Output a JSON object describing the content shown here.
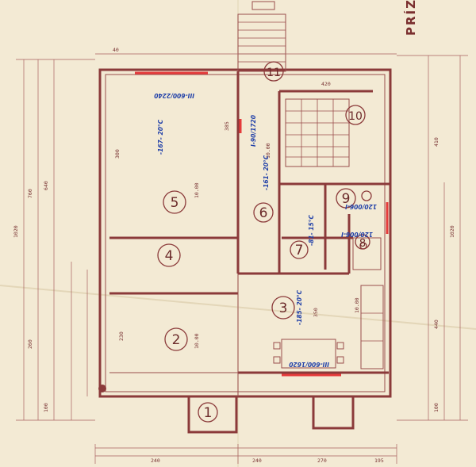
{
  "title": "PRÍZE",
  "rooms": [
    {
      "id": "room-1",
      "number": "1"
    },
    {
      "id": "room-2",
      "number": "2"
    },
    {
      "id": "room-3",
      "number": "3"
    },
    {
      "id": "room-4",
      "number": "4"
    },
    {
      "id": "room-5",
      "number": "5"
    },
    {
      "id": "room-6",
      "number": "6"
    },
    {
      "id": "room-7",
      "number": "7"
    },
    {
      "id": "room-8",
      "number": "8"
    },
    {
      "id": "room-9",
      "number": "9"
    },
    {
      "id": "room-10",
      "number": "10"
    },
    {
      "id": "room-11",
      "number": "11"
    }
  ],
  "notes": {
    "n1": "III-600/2240",
    "n2": "-167- 20°C",
    "n3": "I-90/1720",
    "n4": "-161- 20°C",
    "n5": "-185- 20°C",
    "n6": "III-600/1620",
    "n7": "120/006-I",
    "n8": "-81- 15°C",
    "n9": "120/006-I"
  },
  "dims": {
    "left_total": "1020",
    "left_a": "760",
    "left_b": "640",
    "left_c": "260",
    "left_d": "100",
    "right_a": "410",
    "right_b": "1020",
    "right_c": "440",
    "right_d": "100",
    "bottom_a": "240",
    "bottom_b": "240",
    "bottom_c": "270",
    "bottom_d": "195",
    "top_a": "40",
    "top_b": "420",
    "room5_w": "300",
    "room5_h": "385",
    "room2_w": "230",
    "room3_h": "350",
    "sill_a": "10.00",
    "sill_b": "10.00",
    "sill_c": "10.00",
    "sill_d": "10.00"
  }
}
